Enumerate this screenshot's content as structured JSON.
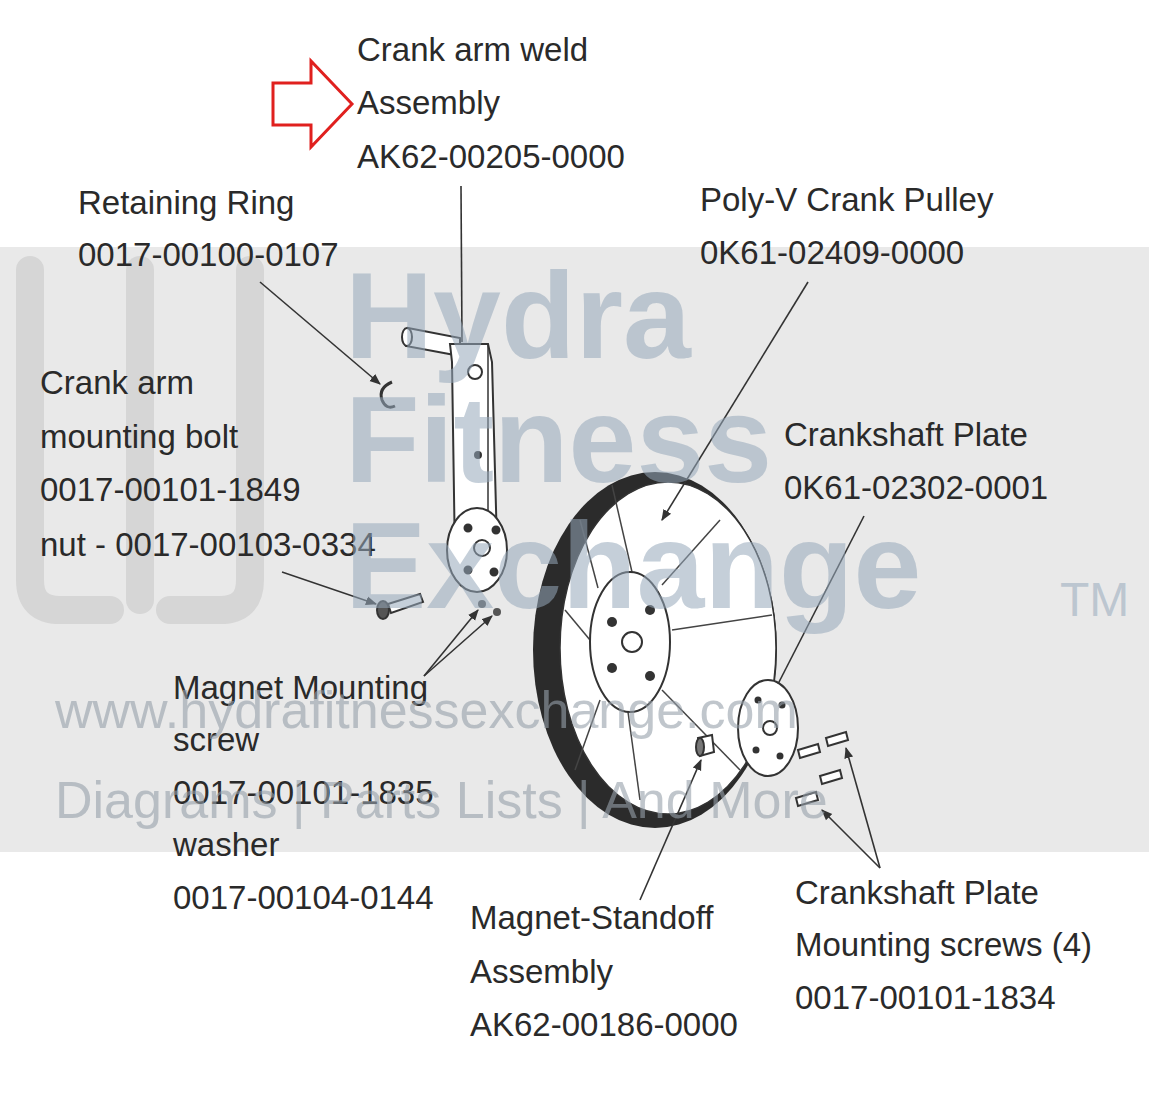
{
  "diagram": {
    "labels": [
      "Crank arm weld",
      "Assembly",
      "AK62-00205-0000",
      "Retaining Ring",
      "0017-00100-0107",
      "Poly-V Crank Pulley",
      "0K61-02409-0000",
      "Crank arm",
      "mounting bolt",
      "0017-00101-1849",
      "nut - 0017-00103-0334",
      "Crankshaft Plate",
      "0K61-02302-0001",
      "Magnet Mounting",
      "screw",
      "0017-00101-1835",
      "washer",
      "0017-00104-0144",
      "Magnet-Standoff",
      "Assembly",
      "AK62-00186-0000",
      "Crankshaft Plate",
      "Mounting screws (4)",
      "0017-00101-1834",
      "Hydra",
      "Fitness",
      "Exchange",
      "TM",
      "www.hydrafitnessexchange.com",
      "Diagrams | Parts Lists | And More"
    ]
  }
}
